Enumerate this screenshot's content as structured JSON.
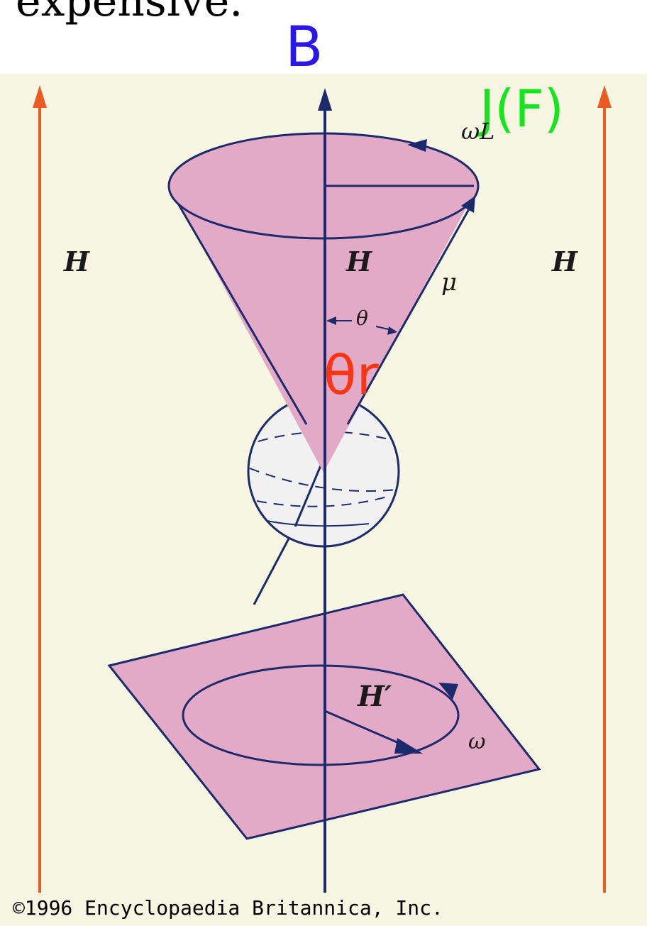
{
  "document": {
    "top_text": "expensive."
  },
  "diagram": {
    "labels": {
      "b": "B",
      "jf": "J(F)",
      "theta_r": "θr",
      "h_left": "H",
      "h_center": "H",
      "h_right": "H",
      "h_prime": "H′",
      "omega_l": "ωL",
      "mu": "μ",
      "theta": "θ",
      "omega": "ω"
    },
    "copyright": "©1996 Encyclopaedia Britannica, Inc.",
    "colors": {
      "background": "#f7f6e2",
      "field_lines": "#ec5a22",
      "axis": "#1c2a6b",
      "cone_fill": "#e3aac8",
      "label_b": "#2a17e8",
      "label_jf": "#13e61a",
      "label_theta_r": "#ff3412"
    }
  }
}
